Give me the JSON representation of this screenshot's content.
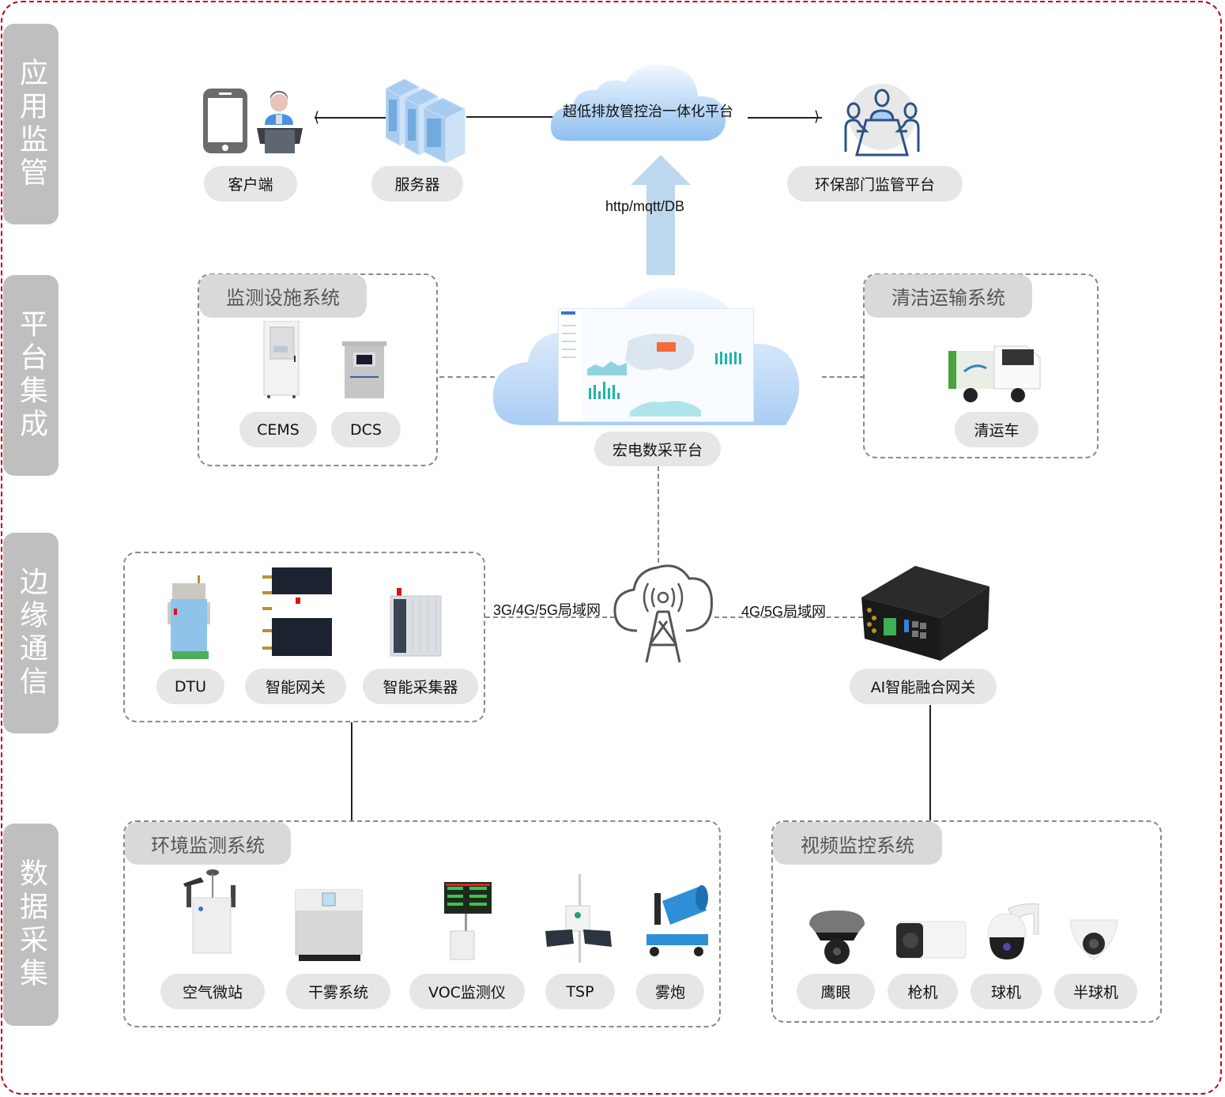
{
  "layers": [
    "应用监管",
    "平台集成",
    "边缘通信",
    "数据采集"
  ],
  "application": {
    "client_label": "客户端",
    "server_label": "服务器",
    "platform_label": "超低排放管控治一体化平台",
    "regulator_label": "环保部门监管平台",
    "protocol_label": "http/mqtt/DB"
  },
  "platform": {
    "monitoring_group": {
      "title": "监测设施系统",
      "items": [
        "CEMS",
        "DCS"
      ]
    },
    "center_label": "宏电数采平台",
    "transport_group": {
      "title": "清洁运输系统",
      "items": [
        "清运车"
      ]
    }
  },
  "edge": {
    "devices": [
      "DTU",
      "智能网关",
      "智能采集器"
    ],
    "link_left": "3G/4G/5G局域网",
    "link_right": "4G/5G局域网",
    "ai_gateway": "AI智能融合网关"
  },
  "collection": {
    "env_group": {
      "title": "环境监测系统",
      "items": [
        "空气微站",
        "干雾系统",
        "VOC监测仪",
        "TSP",
        "雾炮"
      ]
    },
    "video_group": {
      "title": "视频监控系统",
      "items": [
        "鹰眼",
        "枪机",
        "球机",
        "半球机"
      ]
    }
  },
  "colors": {
    "border": "#c00010",
    "layer_bg": "#bfbfbf",
    "pill_bg": "#e6e6e6",
    "cloud": "#bcd9f5",
    "arrow": "#bdd7ee"
  }
}
